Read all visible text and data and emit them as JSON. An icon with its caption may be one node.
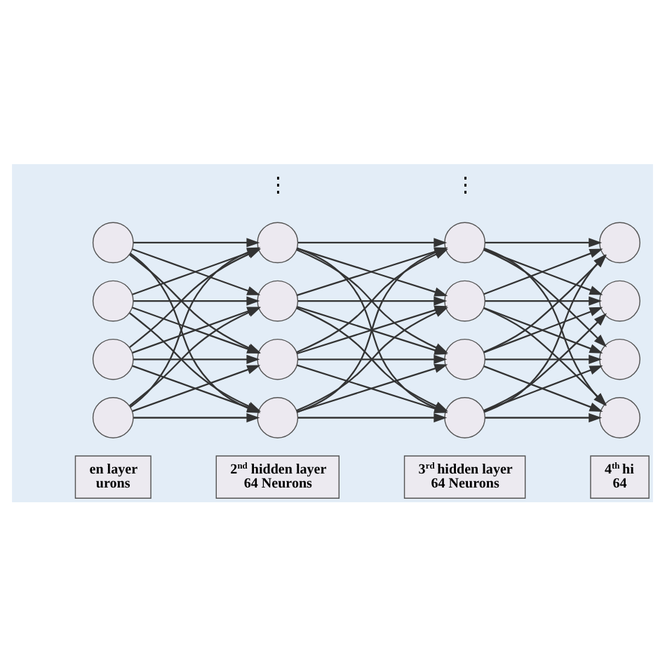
{
  "diagram": {
    "nodes": [
      {
        "text": [],
        "shape": "circle"
      },
      {
        "text": [],
        "shape": "circle"
      },
      {
        "text": [],
        "shape": "circle"
      },
      {
        "text": [],
        "shape": "circle"
      },
      {
        "text": [],
        "shape": "circle"
      },
      {
        "text": [],
        "shape": "circle"
      },
      {
        "text": [],
        "shape": "circle"
      },
      {
        "text": [],
        "shape": "circle"
      },
      {
        "text": [],
        "shape": "circle"
      },
      {
        "text": [],
        "shape": "circle"
      },
      {
        "text": [],
        "shape": "circle"
      },
      {
        "text": [],
        "shape": "circle"
      },
      {
        "text": [],
        "shape": "circle"
      },
      {
        "text": [],
        "shape": "circle"
      },
      {
        "text": [],
        "shape": "circle"
      },
      {
        "text": [],
        "shape": "circle"
      },
      {
        "text": [
          "en layer urons"
        ]
      },
      {
        "text": [
          "2$^{nd}$ hidden layer 64 Neurons"
        ]
      },
      {
        "text": [
          "3$^{rd}$ hidden layer 64 Neurons"
        ]
      },
      {
        "text": [
          "4$^{th}$ hi 64"
        ]
      }
    ],
    "edges": [
      {
        "from": 0,
        "to": 4,
        "arrow": "to"
      },
      {
        "from": 0,
        "to": 5,
        "arrow": "to"
      },
      {
        "from": 0,
        "to": 6,
        "arrow": "to"
      },
      {
        "from": 0,
        "to": 7,
        "arrow": "to"
      },
      {
        "from": 1,
        "to": 4,
        "arrow": "to"
      },
      {
        "from": 1,
        "to": 5,
        "arrow": "to"
      },
      {
        "from": 1,
        "to": 6,
        "arrow": "to"
      },
      {
        "from": 1,
        "to": 7,
        "arrow": "to"
      },
      {
        "from": 2,
        "to": 4,
        "arrow": "to"
      },
      {
        "from": 2,
        "to": 5,
        "arrow": "to"
      },
      {
        "from": 2,
        "to": 6,
        "arrow": "to"
      },
      {
        "from": 2,
        "to": 7,
        "arrow": "to"
      },
      {
        "from": 3,
        "to": 4,
        "arrow": "to"
      },
      {
        "from": 3,
        "to": 5,
        "arrow": "to"
      },
      {
        "from": 3,
        "to": 6,
        "arrow": "to"
      },
      {
        "from": 3,
        "to": 7,
        "arrow": "to"
      },
      {
        "from": 4,
        "to": 8,
        "arrow": "to"
      },
      {
        "from": 4,
        "to": 9,
        "arrow": "to"
      },
      {
        "from": 4,
        "to": 10,
        "arrow": "to"
      },
      {
        "from": 4,
        "to": 11,
        "arrow": "to"
      },
      {
        "from": 5,
        "to": 8,
        "arrow": "to"
      },
      {
        "from": 5,
        "to": 9,
        "arrow": "to"
      },
      {
        "from": 5,
        "to": 10,
        "arrow": "to"
      },
      {
        "from": 5,
        "to": 11,
        "arrow": "to"
      },
      {
        "from": 6,
        "to": 8,
        "arrow": "to"
      },
      {
        "from": 6,
        "to": 9,
        "arrow": "to"
      },
      {
        "from": 6,
        "to": 10,
        "arrow": "to"
      },
      {
        "from": 6,
        "to": 11,
        "arrow": "to"
      },
      {
        "from": 7,
        "to": 8,
        "arrow": "to"
      },
      {
        "from": 7,
        "to": 9,
        "arrow": "to"
      },
      {
        "from": 7,
        "to": 10,
        "arrow": "to"
      },
      {
        "from": 7,
        "to": 11,
        "arrow": "to"
      },
      {
        "from": 8,
        "to": 12,
        "arrow": "to"
      },
      {
        "from": 8,
        "to": 13,
        "arrow": "to"
      },
      {
        "from": 8,
        "to": 14,
        "arrow": "to"
      },
      {
        "from": 8,
        "to": 15,
        "arrow": "to"
      },
      {
        "from": 9,
        "to": 12,
        "arrow": "to"
      },
      {
        "from": 9,
        "to": 13,
        "arrow": "to"
      },
      {
        "from": 9,
        "to": 14,
        "arrow": "to"
      },
      {
        "from": 9,
        "to": 15,
        "arrow": "to"
      },
      {
        "from": 10,
        "to": 12,
        "arrow": "to"
      },
      {
        "from": 10,
        "to": 13,
        "arrow": "to"
      },
      {
        "from": 10,
        "to": 14,
        "arrow": "to"
      },
      {
        "from": 10,
        "to": 15,
        "arrow": "to"
      },
      {
        "from": 11,
        "to": 12,
        "arrow": "to"
      },
      {
        "from": 11,
        "to": 13,
        "arrow": "to"
      },
      {
        "from": 11,
        "to": 14,
        "arrow": "to"
      },
      {
        "from": 11,
        "to": 15,
        "arrow": "to"
      }
    ],
    "labels": [
      "⋮",
      "⋮"
    ]
  }
}
